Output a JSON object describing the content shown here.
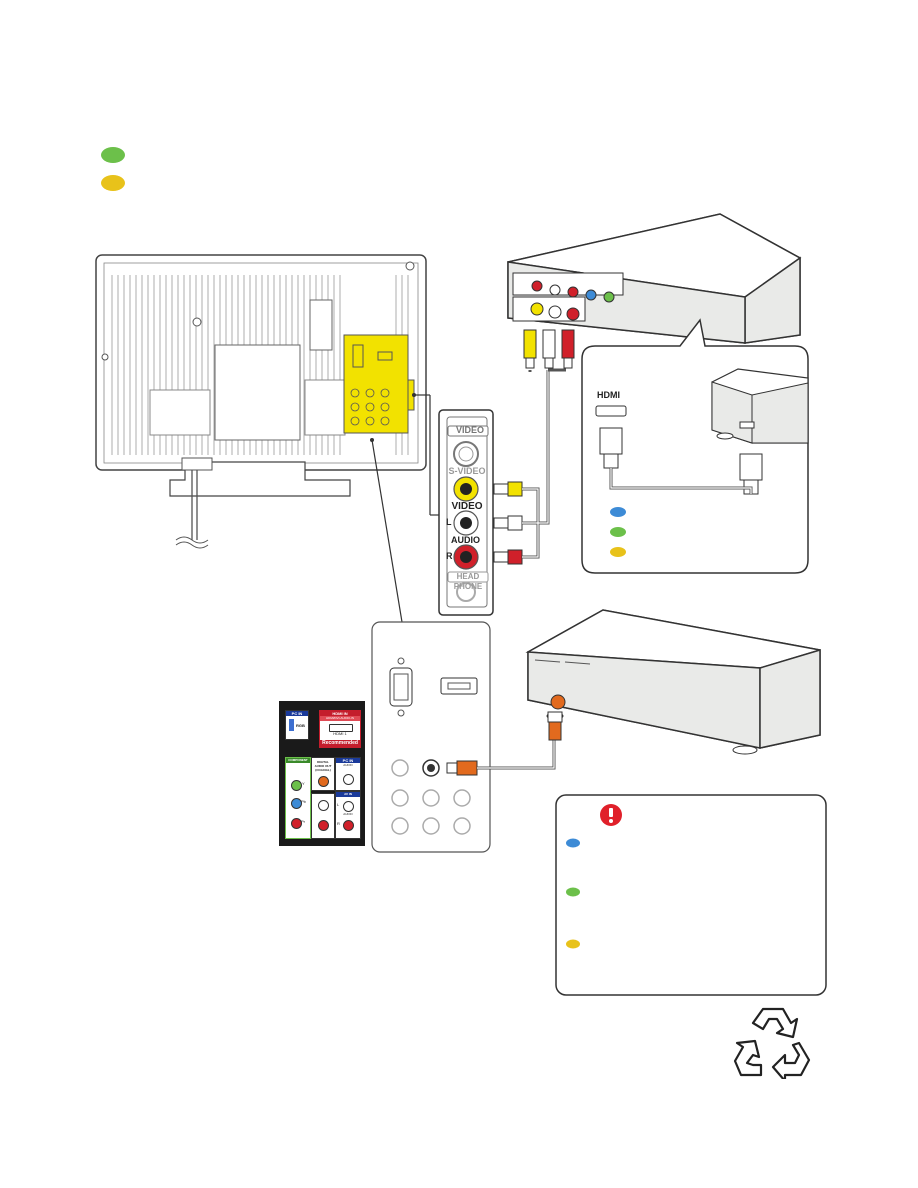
{
  "colors": {
    "green": "#6cc04a",
    "yellow": "#e8c21a",
    "blue": "#3d8bd6",
    "red": "#d0202a",
    "warning_red": "#e0202a",
    "panel_yellow": "#f2e200",
    "line": "#444444",
    "box_fill": "#e9eae8"
  },
  "side_panel": {
    "video_title": "VIDEO",
    "svideo": "S-VIDEO",
    "video": "VIDEO",
    "l": "L",
    "audio": "AUDIO",
    "r": "R",
    "headphone": "HEAD PHONE"
  },
  "hdmi_callout": {
    "hdmi": "HDMI"
  },
  "rear_panel_inset": {
    "pc_in": "PC IN",
    "rgb": "RGB",
    "hdmi": "HDMI IN",
    "hdmi_sub": "HDMI/DVI-AUDIO-IN",
    "hdmi_port": "HDMI 1",
    "recommended": "Recommended",
    "component": "COMPONENT",
    "digital_audio_out": "DIGITAL AUDIO OUT (COAXIAL)",
    "pc_in_audio": "PC IN",
    "audio": "AUDIO",
    "pb": "Pb",
    "pr": "Pr",
    "y": "Y",
    "l": "L",
    "r": "R",
    "audio_small": "AUDIO",
    "av_in": "AV IN"
  },
  "icons": [
    "warning-icon",
    "recycle-icon"
  ]
}
